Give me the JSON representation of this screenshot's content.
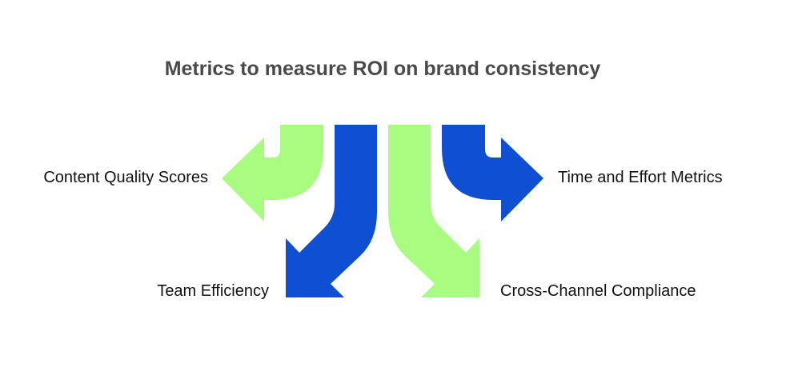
{
  "title": "Metrics to measure ROI on brand consistency",
  "colors": {
    "green": "#a8fd81",
    "blue": "#0f4fd1"
  },
  "items": [
    {
      "label": "Content Quality Scores",
      "color": "green",
      "direction": "left"
    },
    {
      "label": "Team Efficiency",
      "color": "blue",
      "direction": "down-left"
    },
    {
      "label": "Cross-Channel Compliance",
      "color": "green",
      "direction": "down-right"
    },
    {
      "label": "Time and Effort Metrics",
      "color": "blue",
      "direction": "right"
    }
  ]
}
